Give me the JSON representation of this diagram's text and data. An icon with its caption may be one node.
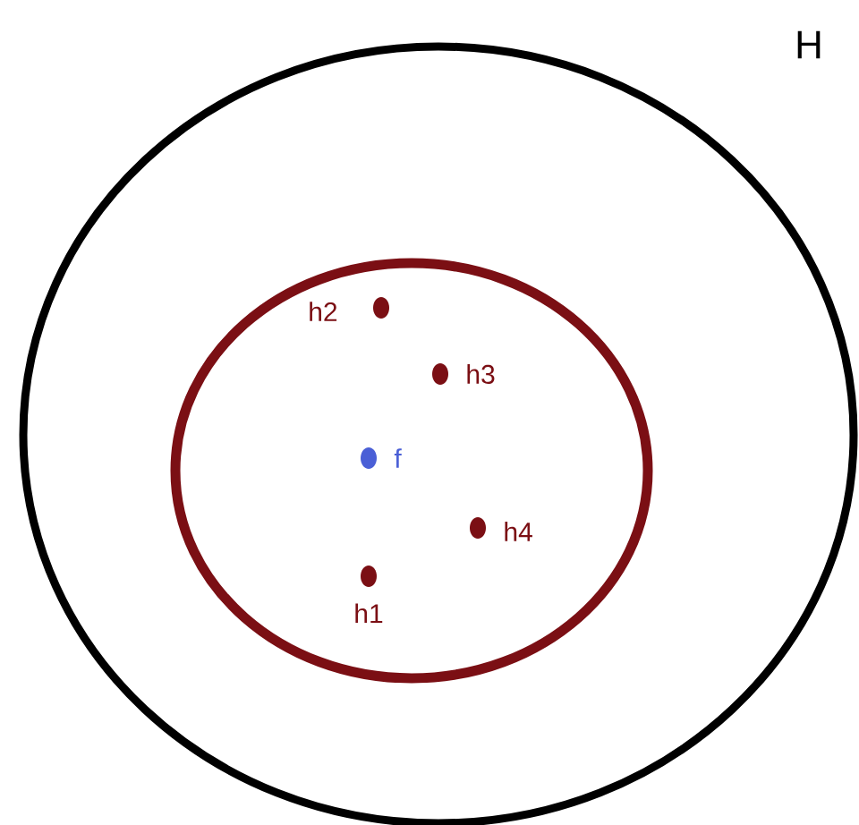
{
  "diagram": {
    "labels": [
      "H",
      "h2",
      "h3",
      "f",
      "h4",
      "h1"
    ]
  }
}
